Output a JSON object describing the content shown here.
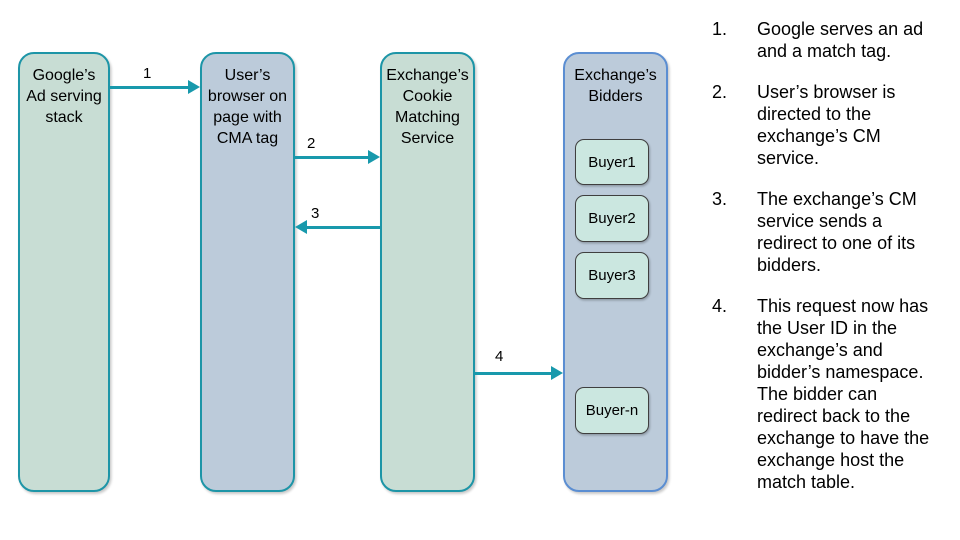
{
  "diagram": {
    "nodes": {
      "google": {
        "label": "Google’s\nAd serving\nstack"
      },
      "browser": {
        "label": "User’s\nbrowser on\npage with\nCMA tag"
      },
      "cm": {
        "label": "Exchange’s\nCookie\nMatching\nService"
      },
      "bidders": {
        "label": "Exchange’s\nBidders"
      }
    },
    "buyers": {
      "b1": "Buyer1",
      "b2": "Buyer2",
      "b3": "Buyer3",
      "bn": "Buyer-n"
    },
    "arrows": {
      "a1": "1",
      "a2": "2",
      "a3": "3",
      "a4": "4"
    },
    "colors": {
      "node_green_fill": "#c8ddd4",
      "node_blue_fill": "#bccbda",
      "teal_border": "#1d95a7",
      "blue_border": "#5b8ed2",
      "buyer_fill": "#cbe7e0",
      "buyer_border": "#3f3f3f",
      "arrow": "#1899ac"
    }
  },
  "steps": [
    {
      "num": "1.",
      "text": "Google serves an ad and a match tag."
    },
    {
      "num": "2.",
      "text": "User’s browser is directed to the exchange’s CM service."
    },
    {
      "num": "3.",
      "text": "The exchange’s CM service sends a redirect to one of its bidders."
    },
    {
      "num": "4.",
      "text": "This request now has the User ID in the exchange’s and bidder’s namespace. The bidder can redirect back to the exchange to have the exchange host the match table."
    }
  ]
}
